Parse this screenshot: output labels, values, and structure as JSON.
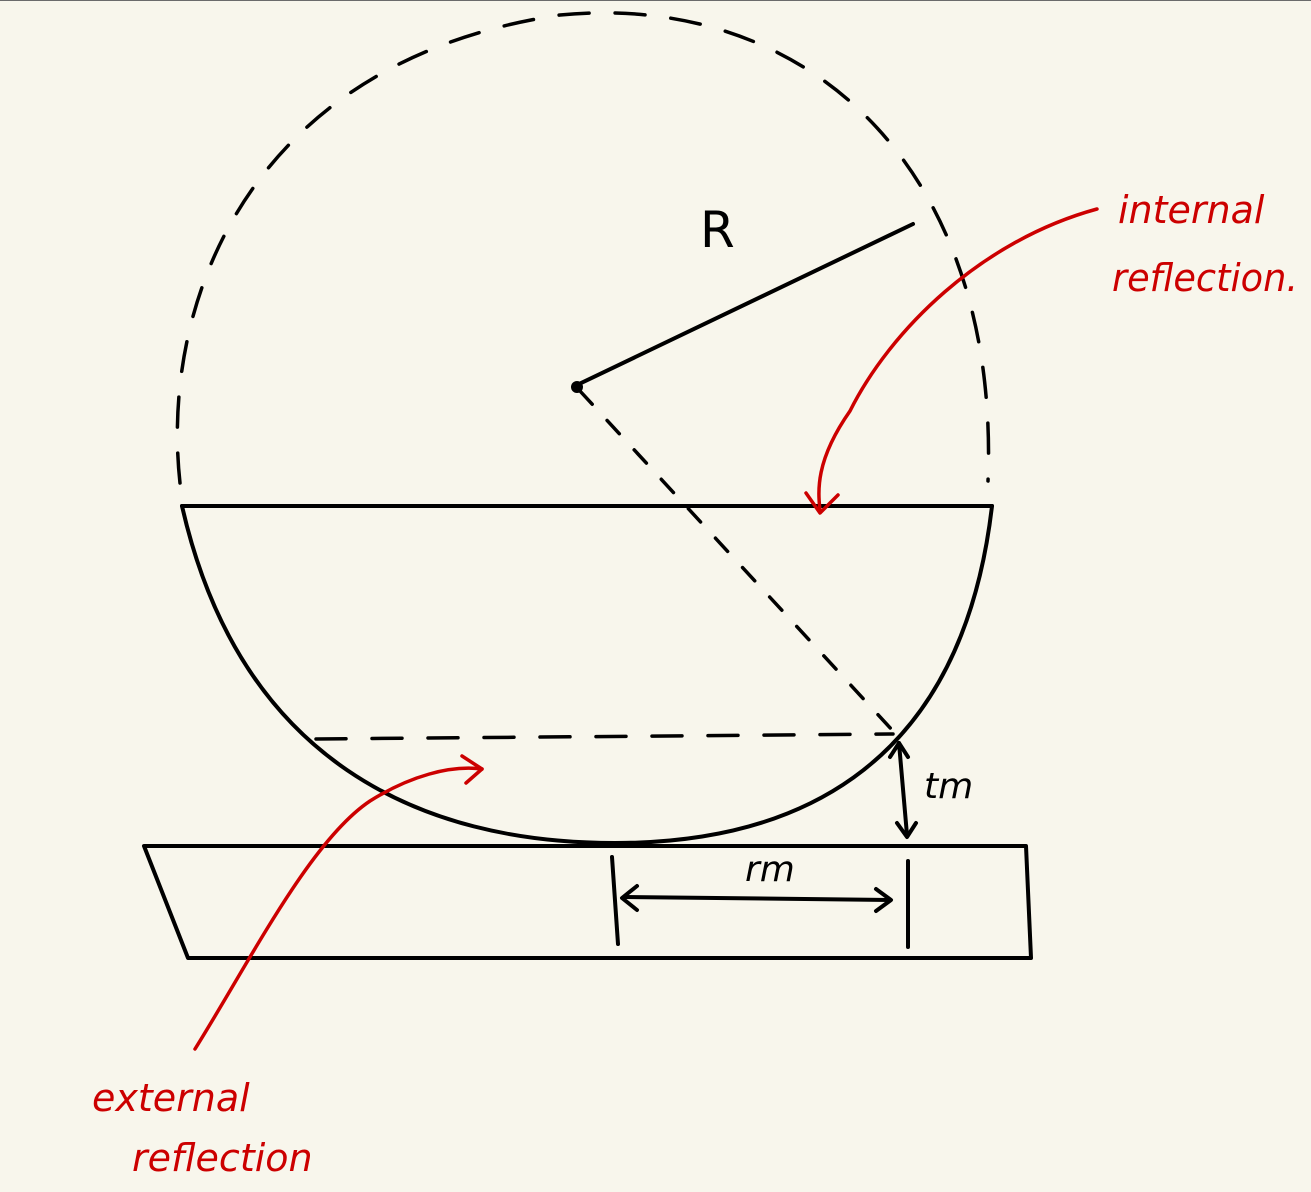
{
  "labels": {
    "radius": "R",
    "t_m": "tm",
    "r_m": "rm",
    "internal_line1": "internal",
    "internal_line2": "reflection.",
    "external_line1": "external",
    "external_line2": "reflection"
  },
  "colors": {
    "background": "#f8f6ec",
    "ink": "#000000",
    "annotation": "#cc0000"
  }
}
